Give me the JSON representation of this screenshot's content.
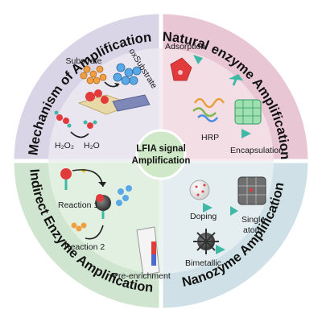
{
  "center": {
    "line1": "LFIA signal",
    "line2": "Amplification"
  },
  "quadrants": {
    "mechanism": {
      "title": "Mechanism of Amplification",
      "labels": {
        "substrate": "Substrate",
        "oxsubstrate": "oxSubstrate",
        "h2o2": "H₂O₂",
        "h2o": "H₂O"
      }
    },
    "natural": {
      "title": "Natural enzyme Amplification",
      "labels": {
        "adsorption": "Adsorption",
        "hrp": "HRP",
        "encapsulation": "Encapsulation"
      }
    },
    "indirect": {
      "title": "Indirect Enzyme Amplification",
      "labels": {
        "reaction1": "Reaction 1",
        "reaction2": "Reaction 2",
        "preenrichment": "Pre-enrichment"
      }
    },
    "nanozyme": {
      "title": "Nanozyme Amplification",
      "labels": {
        "doping": "Doping",
        "single_atom_1": "Single",
        "single_atom_2": "atom",
        "bimetallic": "Bimetallic"
      }
    }
  },
  "colors": {
    "mechanism_bg": "#d9d4e6",
    "natural_bg": "#e8c6d3",
    "indirect_bg": "#cfe5cf",
    "nanozyme_bg": "#cfe1e6",
    "center_fill": "#cfe9c8",
    "ring_stroke": "#ffffff",
    "red_accent": "#e23b3b",
    "teal_accent": "#3fb8a6",
    "blue_accent": "#5aa9e6"
  }
}
